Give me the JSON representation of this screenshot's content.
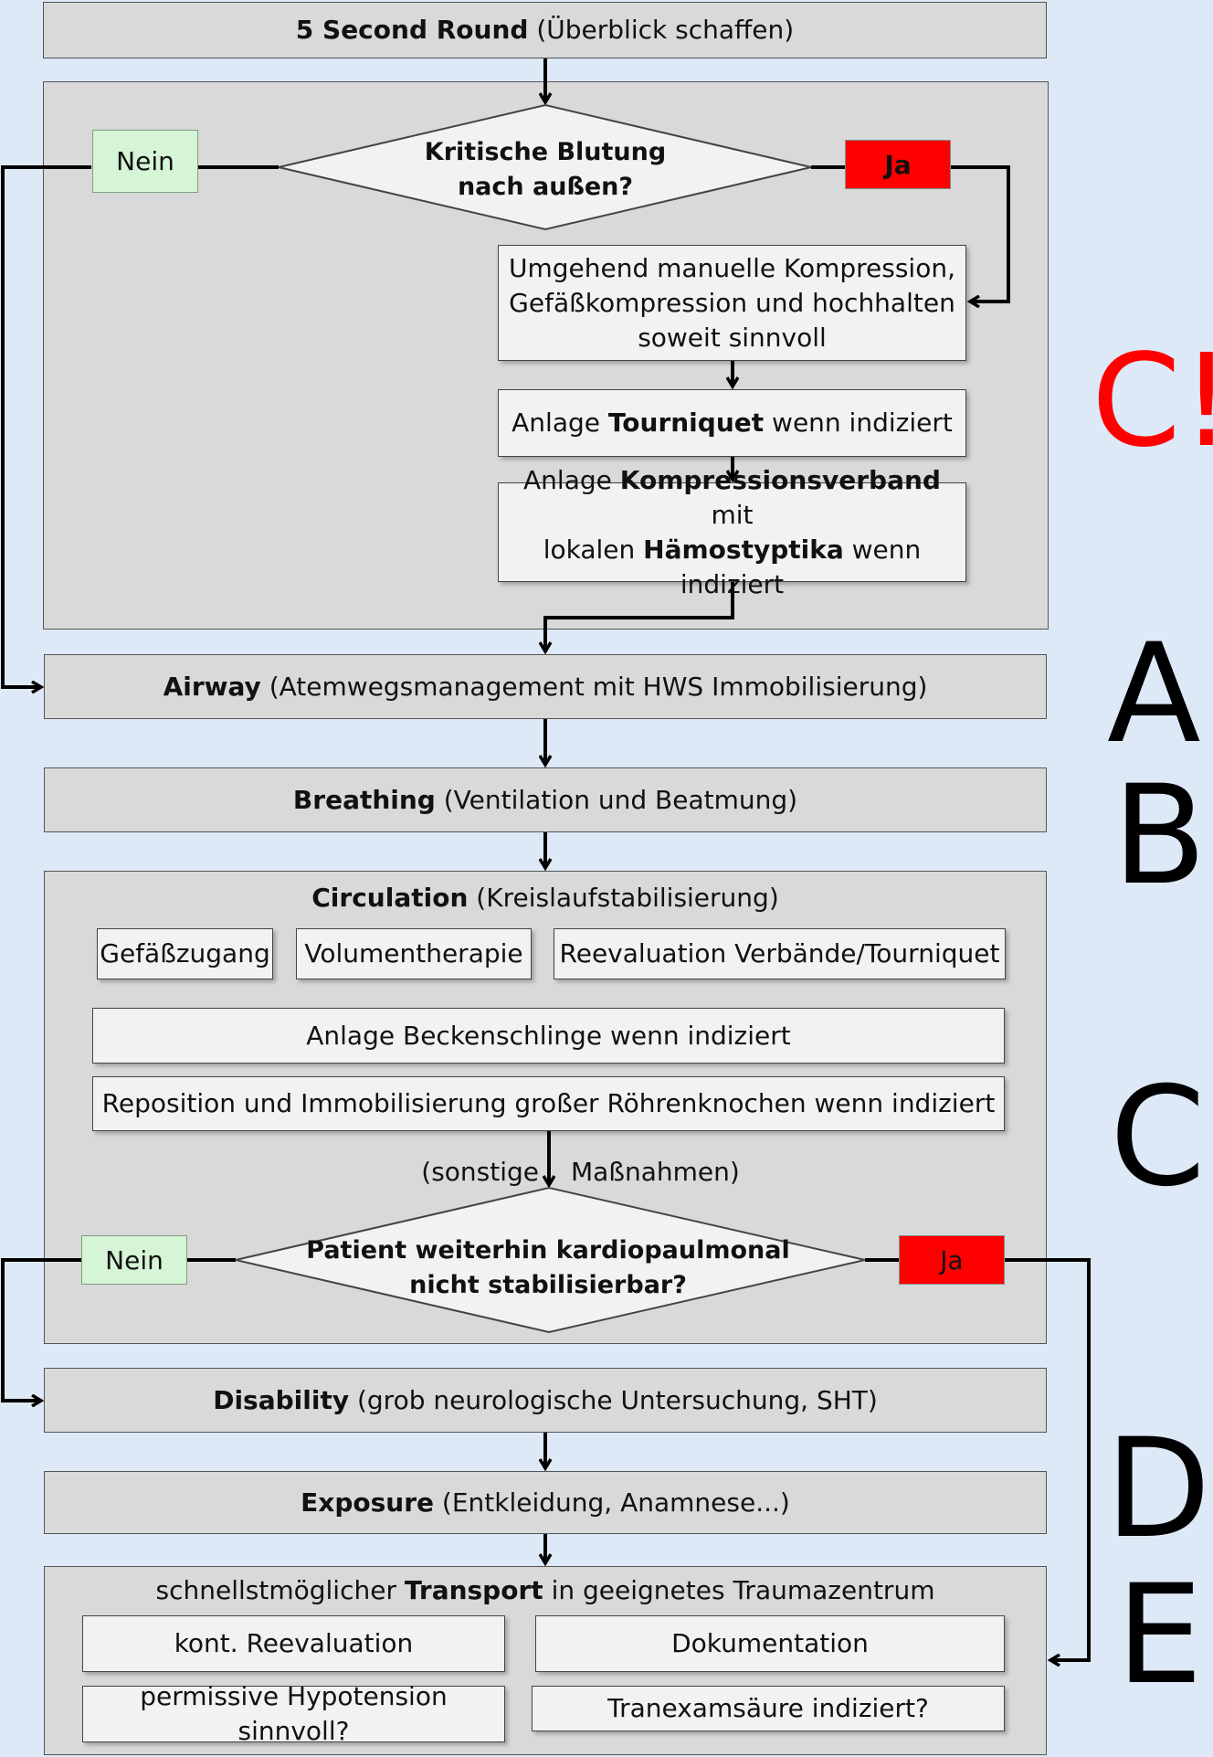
{
  "top": {
    "bold": "5 Second Round",
    "rest": " (Überblick schaffen)"
  },
  "bleed": {
    "question": [
      "Kritische Blutung",
      "nach außen?"
    ],
    "no": "Nein",
    "yes": "Ja",
    "step1": [
      "Umgehend manuelle Kompression,",
      "Gefäßkompression und hochhalten",
      "soweit sinnvoll"
    ],
    "step2": {
      "a": "Anlage ",
      "b": "Tourniquet",
      "c": " wenn indiziert"
    },
    "step3": {
      "a": "Anlage ",
      "b": "Kompressionsverband",
      "c": " mit",
      "d": "lokalen ",
      "e": "Hämostyptika",
      "f": " wenn indiziert"
    }
  },
  "airway": {
    "bold": "Airway",
    "rest": " (Atemwegsmanagement mit HWS Immobilisierung)"
  },
  "breathing": {
    "bold": "Breathing",
    "rest": " (Ventilation und Beatmung)"
  },
  "circulation": {
    "bold": "Circulation",
    "rest": " (Kreislaufstabilisierung)",
    "items": [
      "Gefäßzugang",
      "Volumentherapie",
      "Reevaluation Verbände/Tourniquet"
    ],
    "pelvis": "Anlage Beckenschlinge wenn indiziert",
    "bones": "Reposition und Immobilisierung großer Röhrenknochen wenn indiziert",
    "other_left": "(sonstige",
    "other_right": "Maßnahmen)",
    "question": [
      "Patient weiterhin kardiopaulmonal",
      "nicht stabilisierbar?"
    ],
    "no": "Nein",
    "yes": "Ja"
  },
  "disability": {
    "bold": "Disability",
    "rest": " (grob neurologische Untersuchung, SHT)"
  },
  "exposure": {
    "bold": "Exposure",
    "rest": " (Entkleidung, Anamnese...)"
  },
  "transport": {
    "a": "schnellstmöglicher ",
    "b": "Transport",
    "c": " in geeignetes Traumazentrum",
    "items": [
      "kont. Reevaluation",
      "Dokumentation",
      "permissive Hypotension sinnvoll?",
      "Tranexamsäure indiziert?"
    ]
  },
  "letters": {
    "c_bang": "C!",
    "a": "A",
    "b": "B",
    "c": "C",
    "d": "D",
    "e": "E"
  },
  "colors": {
    "alert": "#ff0000",
    "no_green": "#d6f5d6",
    "panel": "#d9d9d9",
    "box": "#f2f2f2",
    "background": "#dde9f6"
  }
}
